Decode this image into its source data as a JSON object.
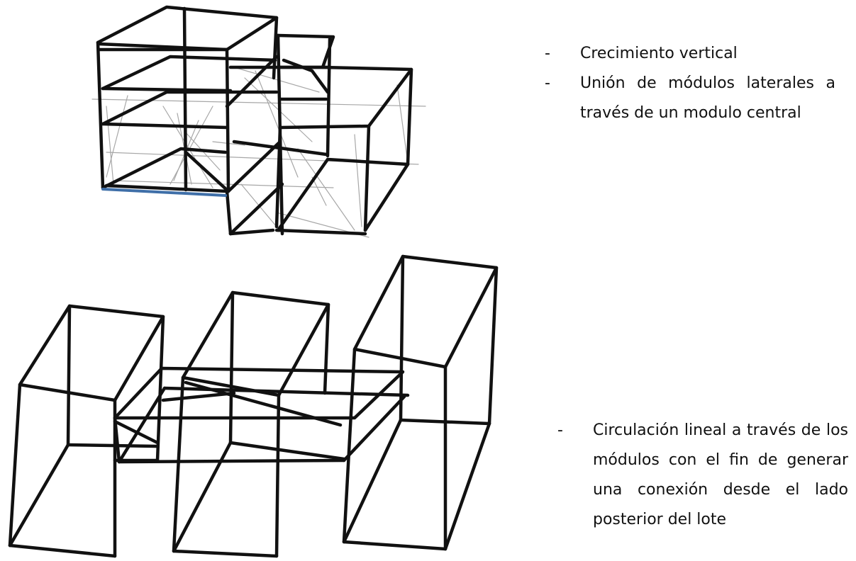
{
  "bullets_top": [
    {
      "marker": "-",
      "text": "Crecimiento vertical"
    },
    {
      "marker": "-",
      "text": "Unión de módulos laterales a través de un modulo central"
    }
  ],
  "bullets_bottom": [
    {
      "marker": "-",
      "text": "Circulación lineal a través de los módulos con el fin de generar una conexión desde el lado posterior del lote"
    }
  ],
  "colors": {
    "ink": "#111111",
    "sketch_gray": "#8a8a8a",
    "base_edge_blue": "#3f6fa8"
  }
}
